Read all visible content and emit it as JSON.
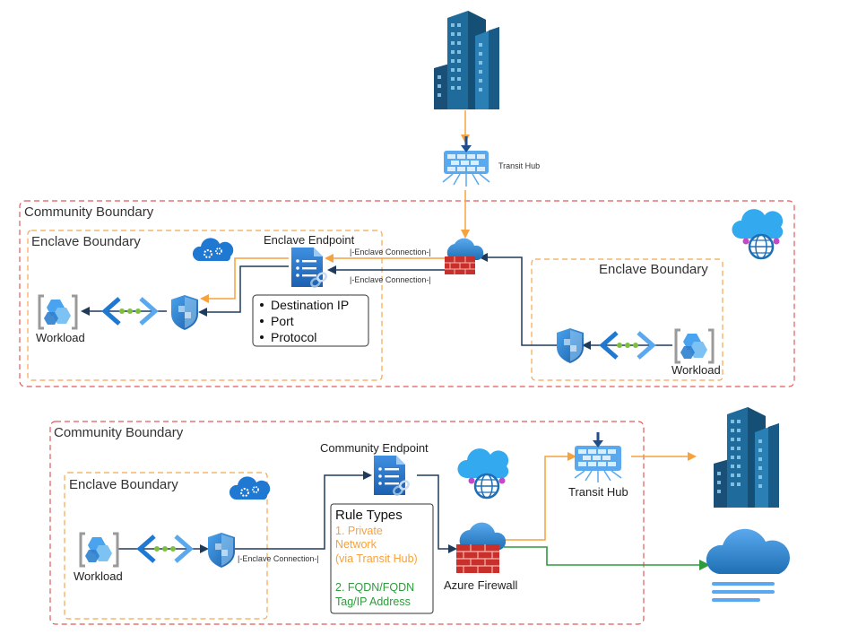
{
  "top": {
    "transit_hub_label": "Transit Hub",
    "community_boundary_title": "Community Boundary",
    "enclave_left_title": "Enclave Boundary",
    "enclave_right_title": "Enclave Boundary",
    "enclave_endpoint_label": "Enclave Endpoint",
    "conn_label_upper": "|-Enclave Connection-|",
    "conn_label_lower": "|-Enclave Connection-|",
    "rules_list": [
      "Destination IP",
      "Port",
      "Protocol"
    ],
    "workload_left_label": "Workload",
    "workload_right_label": "Workload"
  },
  "bottom": {
    "community_boundary_title": "Community Boundary",
    "enclave_title": "Enclave Boundary",
    "community_endpoint_label": "Community Endpoint",
    "conn_label": "|-Enclave Connection-|",
    "workload_label": "Workload",
    "transit_hub_label": "Transit Hub",
    "firewall_label": "Azure Firewall",
    "rule_types": {
      "title": "Rule Types",
      "item1_line1": "1. Private",
      "item1_line2": "Network",
      "item1_line3": "(via Transit Hub)",
      "item2_line1": "2. FQDN/FQDN",
      "item2_line2": "Tag/IP Address"
    }
  },
  "icons": {
    "building": "building-icon",
    "firewall": "firewall-icon",
    "hub": "transit-hub-icon",
    "endpoint": "endpoint-document-icon",
    "shield": "shield-icon",
    "workload": "workload-icon",
    "dots": "connector-dots-icon",
    "gear_cloud": "cloud-gear-icon",
    "globe_cloud": "cloud-globe-icon",
    "internet_cloud": "internet-cloud-icon"
  },
  "colors": {
    "community_border": "#e05a5a",
    "enclave_border": "#f5a64a",
    "orange_arrow": "#f7a23c",
    "navy_arrow": "#1f3b5c",
    "green_arrow": "#2e9b3c",
    "azure_blue": "#1f6fb5"
  }
}
